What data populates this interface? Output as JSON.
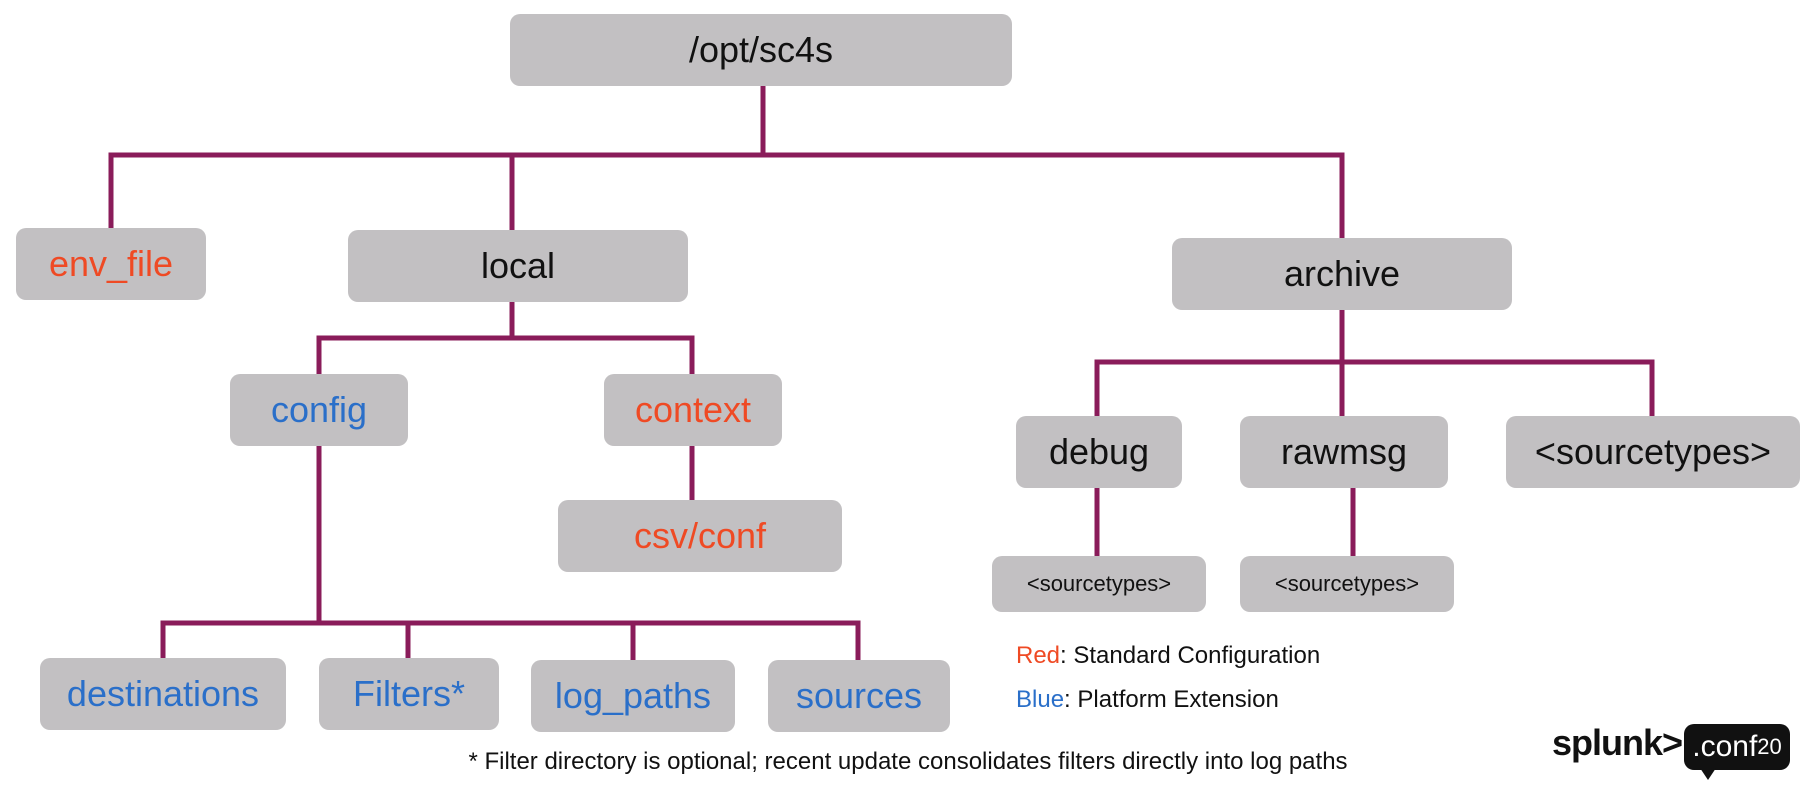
{
  "colors": {
    "line": "#8a1c5a",
    "box": "#c2c0c2",
    "red": "#ef4a24",
    "blue": "#2a6fc9"
  },
  "nodes": {
    "root": "/opt/sc4s",
    "env_file": "env_file",
    "local": "local",
    "archive": "archive",
    "config": "config",
    "context": "context",
    "csv_conf": "csv/conf",
    "debug": "debug",
    "rawmsg": "rawmsg",
    "sourcetypes_archive": "<sourcetypes>",
    "sourcetypes_debug": "<sourcetypes>",
    "sourcetypes_rawmsg": "<sourcetypes>",
    "destinations": "destinations",
    "filters": "Filters*",
    "log_paths": "log_paths",
    "sources": "sources"
  },
  "legend": {
    "red_word": "Red",
    "red_desc": ": Standard Configuration",
    "blue_word": "Blue",
    "blue_desc": ": Platform Extension"
  },
  "footnote": "* Filter directory is optional; recent update consolidates filters directly into log paths",
  "logo": {
    "splunk": "splunk>",
    "conf": ".conf",
    "year": "20"
  }
}
